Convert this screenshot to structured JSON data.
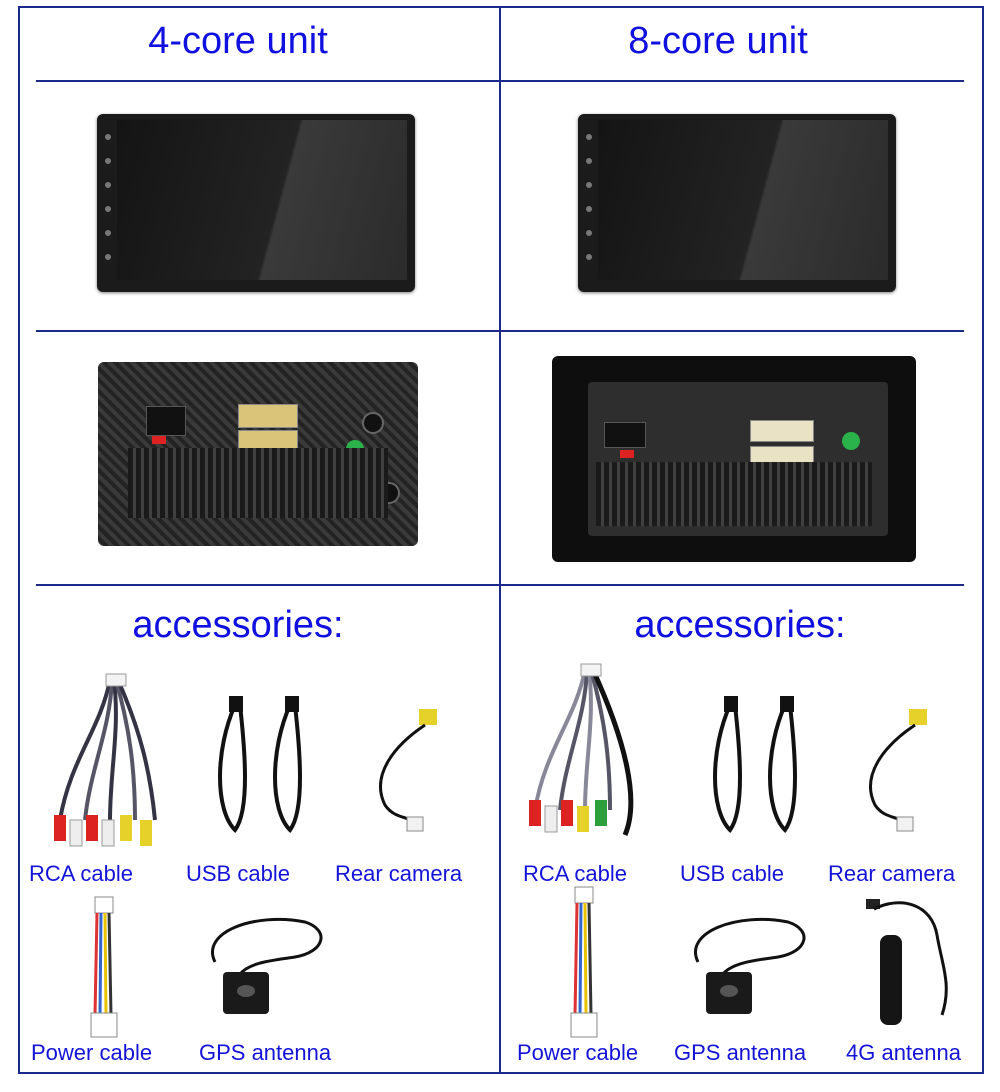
{
  "columns": [
    {
      "title": "4-core unit",
      "accessories_heading": "accessories:",
      "accessories": [
        "RCA cable",
        "USB cable",
        "Rear camera",
        "Power cable",
        "GPS antenna"
      ]
    },
    {
      "title": "8-core unit",
      "accessories_heading": "accessories:",
      "accessories": [
        "RCA cable",
        "USB cable",
        "Rear camera",
        "Power cable",
        "GPS antenna",
        "4G antenna"
      ]
    }
  ],
  "colors": {
    "text": "#1010e0",
    "frame": "#1a2a88"
  }
}
